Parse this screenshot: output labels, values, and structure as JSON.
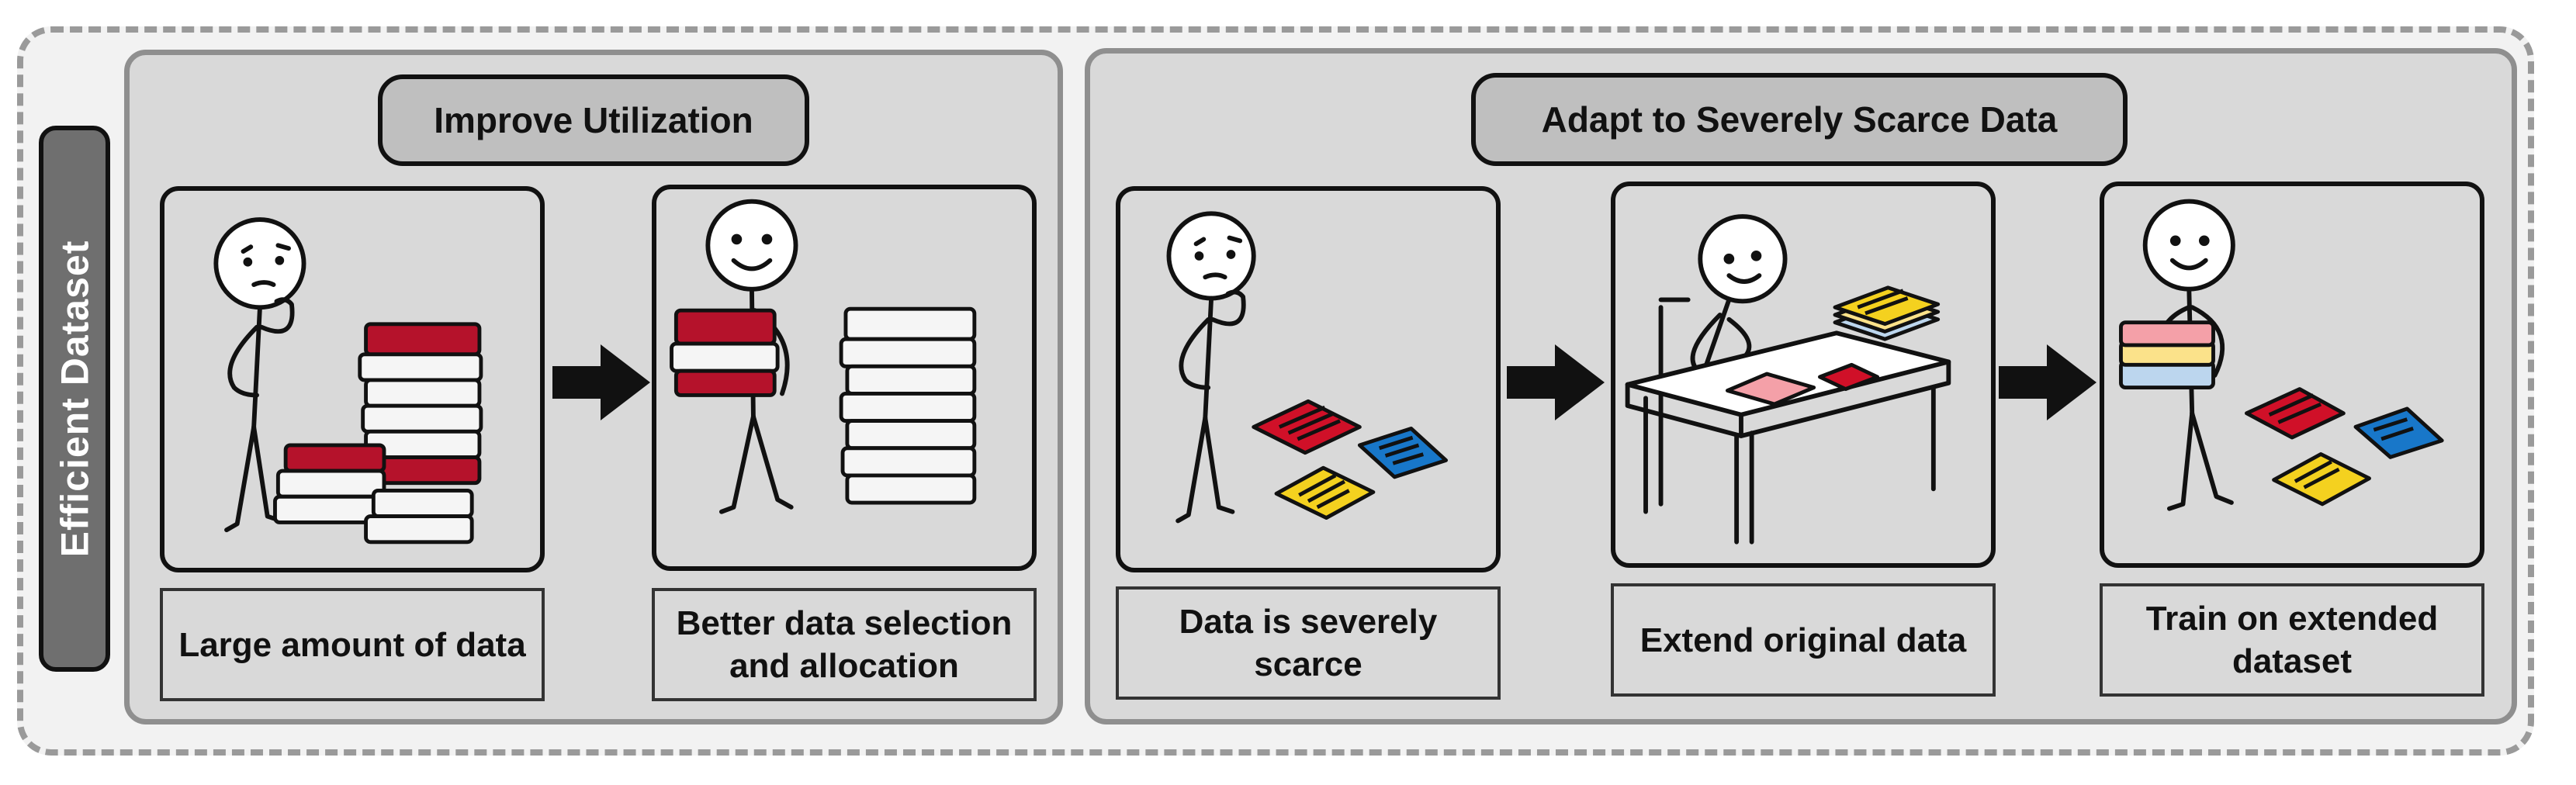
{
  "side_label": "Efficient Dataset",
  "groups": [
    {
      "title": "Improve Utilization",
      "steps": [
        {
          "caption": "Large amount of data",
          "icon": "stick-figure-thinking-with-book-piles"
        },
        {
          "caption": "Better data selection and allocation",
          "icon": "stick-figure-carrying-books"
        }
      ]
    },
    {
      "title": "Adapt to Severely Scarce Data",
      "steps": [
        {
          "caption": "Data is severely scarce",
          "icon": "stick-figure-thinking-with-few-papers"
        },
        {
          "caption": "Extend original data",
          "icon": "stick-figure-writing-at-desk"
        },
        {
          "caption": "Train on extended dataset",
          "icon": "stick-figure-carrying-paper-stack"
        }
      ]
    }
  ],
  "colors": {
    "book_red": "#b5122b",
    "paper_red": "#d01028",
    "paper_blue": "#1877c9",
    "paper_yellow": "#f4d11f",
    "paper_pink": "#f4a0a8",
    "paper_light_yellow": "#fbe28a",
    "paper_light_blue": "#bcd6ee",
    "panel_gray": "#d9d9d9",
    "title_gray": "#bfbfbf",
    "side_label_gray": "#6f6f6f"
  }
}
